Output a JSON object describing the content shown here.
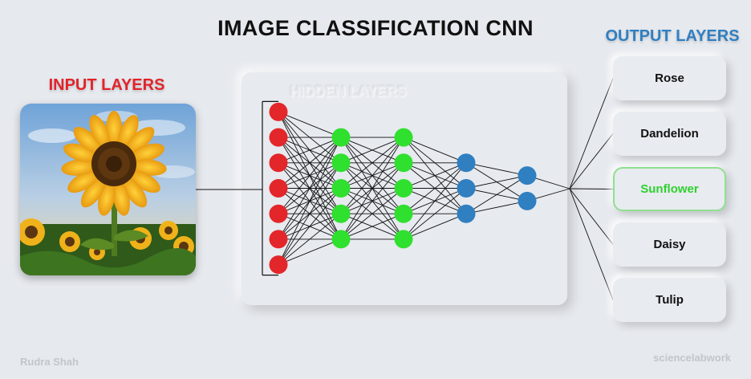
{
  "header": {
    "title": "IMAGE CLASSIFICATION CNN"
  },
  "input": {
    "title": "INPUT LAYERS"
  },
  "hidden": {
    "title": "HIDDEN LAYERS",
    "layers": [
      {
        "nodes": 7,
        "color": "#e3262a"
      },
      {
        "nodes": 5,
        "color": "#2fe02f"
      },
      {
        "nodes": 5,
        "color": "#2fe02f"
      },
      {
        "nodes": 3,
        "color": "#2f7fc1"
      },
      {
        "nodes": 2,
        "color": "#2f7fc1"
      }
    ]
  },
  "output": {
    "title": "OUTPUT LAYERS",
    "classes": [
      {
        "label": "Rose",
        "selected": false
      },
      {
        "label": "Dandelion",
        "selected": false
      },
      {
        "label": "Sunflower",
        "selected": true
      },
      {
        "label": "Daisy",
        "selected": false
      },
      {
        "label": "Tulip",
        "selected": false
      }
    ]
  },
  "footer": {
    "author": "Rudra Shah",
    "site": "sciencelabwork"
  },
  "colors": {
    "input_title": "#e0242a",
    "output_title": "#2f7fc1",
    "selected_class": "#2fd12f"
  }
}
